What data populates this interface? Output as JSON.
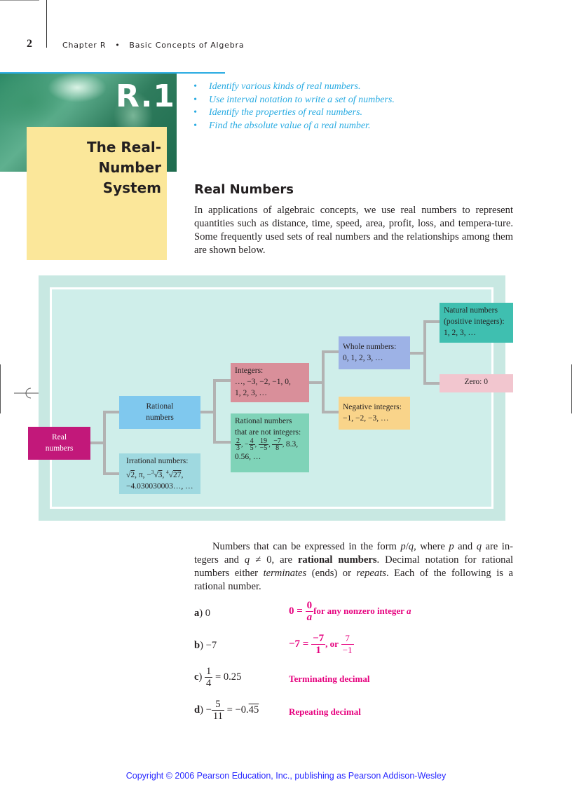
{
  "header": {
    "page_number": "2",
    "running_head": "Chapter R   •   Basic Concepts of Algebra"
  },
  "section": {
    "number": "R.1",
    "title_line1": "The Real-Number",
    "title_line2": "System"
  },
  "objectives": [
    "Identify various kinds of real numbers.",
    "Use interval notation to write a set of numbers.",
    "Identify the properties of real numbers.",
    "Find the absolute value of a real number."
  ],
  "heading": "Real Numbers",
  "intro_paragraph": "In applications of algebraic concepts, we use real numbers to represent quantities such as distance, time, speed, area, profit, loss, and tempera-ture. Some frequently used sets of real numbers and the relationships among them are shown below.",
  "diagram": {
    "real": [
      "Real",
      "numbers"
    ],
    "rational": [
      "Rational",
      "numbers"
    ],
    "irrational": [
      "Irrational numbers:",
      "−4.030030003…, …"
    ],
    "integers": [
      "Integers:",
      "…, −3, −2, −1, 0,",
      "1, 2, 3, …"
    ],
    "rational_non_int": [
      "Rational numbers",
      "that are not integers:",
      "0.56, …"
    ],
    "whole": [
      "Whole numbers:",
      "0, 1, 2, 3, …"
    ],
    "negative": [
      "Negative integers:",
      "−1, −2, −3, …"
    ],
    "natural": [
      "Natural numbers",
      "(positive integers):",
      "1, 2, 3, …"
    ],
    "zero": "Zero: 0",
    "colors": {
      "real": "#c2187a",
      "rational": "#7fc8ee",
      "irrational": "#9fd9e0",
      "integers": "#d98f9a",
      "rational_non_int": "#7fd3b8",
      "whole": "#9db2e6",
      "negative": "#f9d48a",
      "natural": "#3fbfb0",
      "zero": "#f2c6cf",
      "connector": "#b2b2b2"
    }
  },
  "rational_paragraph": {
    "t1": "Numbers that can be expressed in the form ",
    "t2": ", where ",
    "t3": " and ",
    "t4": " are in-tegers and ",
    "t5": ", are ",
    "bold": "rational numbers",
    "t6": ". Decimal notation for rational numbers either ",
    "it1": "terminates",
    "t7": " (ends) or ",
    "it2": "repeats",
    "t8": ". Each of the following is a rational number."
  },
  "examples": {
    "a_label": "a",
    "b_label": "b",
    "c_label": "c",
    "d_label": "d",
    "a_note": "for any nonzero integer",
    "b_note_or": ", or",
    "c_note": "Terminating decimal",
    "d_note": "Repeating decimal"
  },
  "copyright": "Copyright © 2006 Pearson Education, Inc., publishing as Pearson Addison-Wesley"
}
